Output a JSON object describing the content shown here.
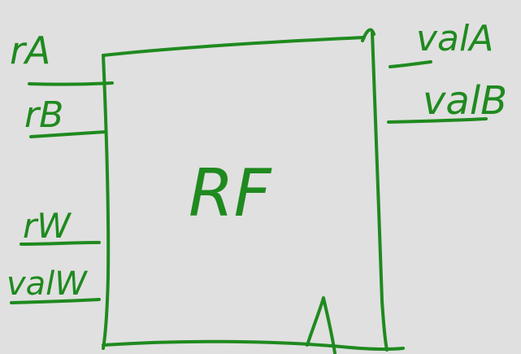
{
  "diagram": {
    "block": {
      "label": "RF"
    },
    "inputs": [
      {
        "id": "rA",
        "label": "rA"
      },
      {
        "id": "rB",
        "label": "rB"
      },
      {
        "id": "rW",
        "label": "rW"
      },
      {
        "id": "valW",
        "label": "valW"
      }
    ],
    "outputs": [
      {
        "id": "valA",
        "label": "valA"
      },
      {
        "id": "valB",
        "label": "valB"
      }
    ],
    "ink_color": "#1f8a1f",
    "background": "#e0e0e0"
  }
}
